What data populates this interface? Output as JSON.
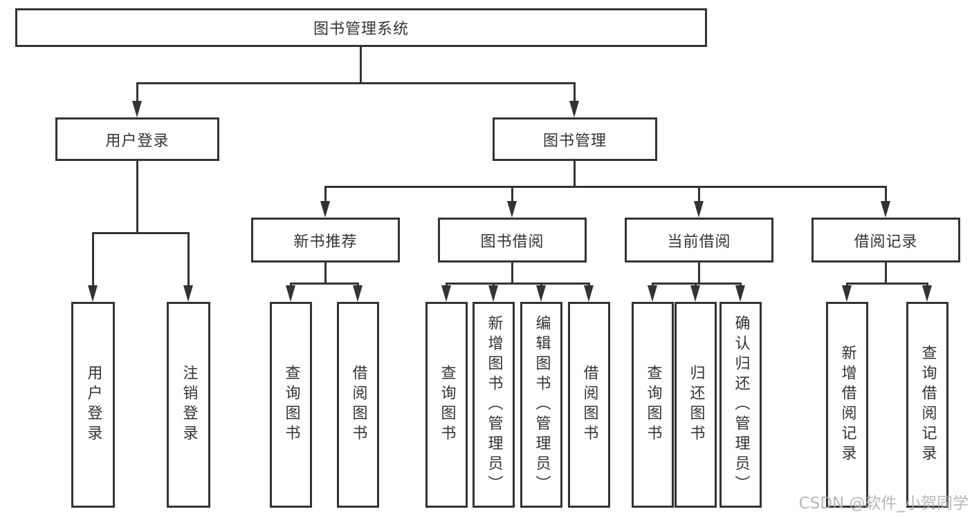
{
  "diagram_title": "图书管理系统",
  "tree": {
    "root": {
      "label": "图书管理系统"
    },
    "branches": [
      {
        "label": "用户登录",
        "children": [
          {
            "label": "用户登录"
          },
          {
            "label": "注销登录"
          }
        ]
      },
      {
        "label": "图书管理",
        "children": [
          {
            "label": "新书推荐",
            "children": [
              {
                "label": "查询图书"
              },
              {
                "label": "借阅图书"
              }
            ]
          },
          {
            "label": "图书借阅",
            "children": [
              {
                "label": "查询图书"
              },
              {
                "label": "新增图书（管理员）"
              },
              {
                "label": "编辑图书（管理员）"
              },
              {
                "label": "借阅图书"
              }
            ]
          },
          {
            "label": "当前借阅",
            "children": [
              {
                "label": "查询图书"
              },
              {
                "label": "归还图书"
              },
              {
                "label": "确认归还（管理员）"
              }
            ]
          },
          {
            "label": "借阅记录",
            "children": [
              {
                "label": "新增借阅记录"
              },
              {
                "label": "查询借阅记录"
              }
            ]
          }
        ]
      }
    ]
  },
  "colors": {
    "line": "#333333",
    "box_border": "#333333",
    "box_fill": "#ffffff",
    "text": "#333333",
    "watermark": "#afafaf",
    "background": "#ffffff"
  },
  "watermark": {
    "text": "CSDN @软件_小贺同学"
  }
}
